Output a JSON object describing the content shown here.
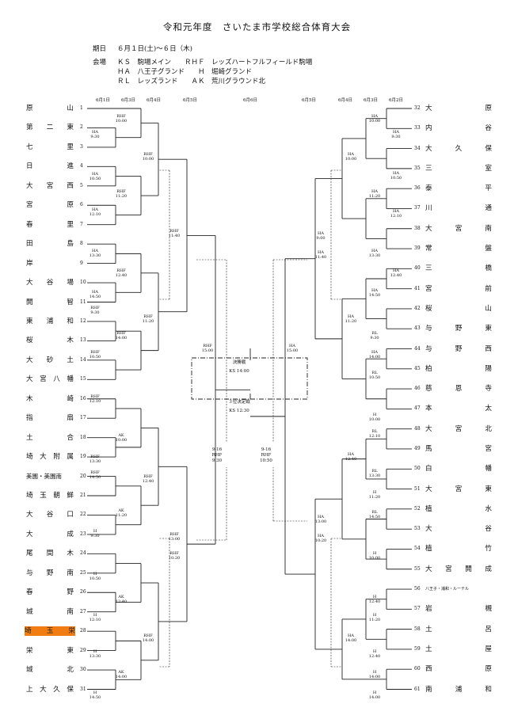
{
  "title": "令和元年度　さいたま市学校総合体育大会",
  "period_label": "期日",
  "period": "６月１日(土)～６日（木)",
  "venue_label": "会場",
  "venues": [
    "ＫＳ　駒場メイン　　ＲＨＦ　レッズハートフルフィールド駒場",
    "ＨＡ　八王子グランド　　Ｈ　堀崎グランド",
    "ＲＬ　レッズランド　　ＡＫ　荒川グラウンド北"
  ],
  "dates_left": [
    "6月1日",
    "6月3日",
    "6月4日",
    "6月5日"
  ],
  "date_center": "6月6日",
  "dates_right": [
    "6月5日",
    "6月4日",
    "6月3日",
    "6月2日"
  ],
  "left_teams": [
    {
      "n": "1",
      "name": "原山"
    },
    {
      "n": "2",
      "name": "第二東"
    },
    {
      "n": "3",
      "name": "七里"
    },
    {
      "n": "4",
      "name": "日進"
    },
    {
      "n": "5",
      "name": "大宮西"
    },
    {
      "n": "6",
      "name": "宮原"
    },
    {
      "n": "7",
      "name": "春里"
    },
    {
      "n": "8",
      "name": "田島"
    },
    {
      "n": "9",
      "name": "岸"
    },
    {
      "n": "10",
      "name": "大谷場"
    },
    {
      "n": "11",
      "name": "開智"
    },
    {
      "n": "12",
      "name": "東浦和"
    },
    {
      "n": "13",
      "name": "桜木"
    },
    {
      "n": "14",
      "name": "大砂土"
    },
    {
      "n": "15",
      "name": "大宮八幡"
    },
    {
      "n": "16",
      "name": "木崎"
    },
    {
      "n": "17",
      "name": "指扇"
    },
    {
      "n": "18",
      "name": "土合"
    },
    {
      "n": "19",
      "name": "埼大附属"
    },
    {
      "n": "20",
      "name": "美園・美園南"
    },
    {
      "n": "21",
      "name": "埼玉朝鮮"
    },
    {
      "n": "22",
      "name": "大谷口"
    },
    {
      "n": "23",
      "name": "大成"
    },
    {
      "n": "24",
      "name": "尾間木"
    },
    {
      "n": "25",
      "name": "与野南"
    },
    {
      "n": "26",
      "name": "春野"
    },
    {
      "n": "27",
      "name": "城南"
    },
    {
      "n": "28",
      "name": "埼玉栄"
    },
    {
      "n": "29",
      "name": "栄東"
    },
    {
      "n": "30",
      "name": "城北"
    },
    {
      "n": "31",
      "name": "上大久保"
    }
  ],
  "right_teams": [
    {
      "n": "32",
      "name": "大原"
    },
    {
      "n": "33",
      "name": "内谷"
    },
    {
      "n": "34",
      "name": "大久保"
    },
    {
      "n": "35",
      "name": "三室"
    },
    {
      "n": "36",
      "name": "泰平"
    },
    {
      "n": "37",
      "name": "川通"
    },
    {
      "n": "38",
      "name": "大宮南"
    },
    {
      "n": "39",
      "name": "常盤"
    },
    {
      "n": "40",
      "name": "三橋"
    },
    {
      "n": "41",
      "name": "宮前"
    },
    {
      "n": "42",
      "name": "桜山"
    },
    {
      "n": "43",
      "name": "与野東"
    },
    {
      "n": "44",
      "name": "与野西"
    },
    {
      "n": "45",
      "name": "柏陽"
    },
    {
      "n": "46",
      "name": "慈恩寺"
    },
    {
      "n": "47",
      "name": "本太"
    },
    {
      "n": "48",
      "name": "大宮北"
    },
    {
      "n": "49",
      "name": "馬宮"
    },
    {
      "n": "50",
      "name": "白幡"
    },
    {
      "n": "51",
      "name": "大宮東"
    },
    {
      "n": "52",
      "name": "植水"
    },
    {
      "n": "53",
      "name": "大谷"
    },
    {
      "n": "54",
      "name": "植竹"
    },
    {
      "n": "55",
      "name": "大宮開成"
    },
    {
      "n": "56",
      "name": "八王子・浦和・ルーテル"
    },
    {
      "n": "57",
      "name": "岩槻"
    },
    {
      "n": "58",
      "name": "土呂"
    },
    {
      "n": "59",
      "name": "土屋"
    },
    {
      "n": "60",
      "name": "西原"
    },
    {
      "n": "61",
      "name": "南浦和"
    }
  ],
  "highlight_team": "埼玉栄",
  "highlight_color": "#f07c12",
  "venue_times_left": [
    {
      "v": "RHF",
      "t": "10:00"
    },
    {
      "v": "HA",
      "t": "9:30"
    },
    {
      "v": "RHF",
      "t": "10:00"
    },
    {
      "v": "HA",
      "t": "10:50"
    },
    {
      "v": "RHF",
      "t": "11:20"
    },
    {
      "v": "HA",
      "t": "12:10"
    },
    {
      "v": "RHF",
      "t": "11:40"
    },
    {
      "v": "HA",
      "t": "13:30"
    },
    {
      "v": "RHF",
      "t": "12:40"
    },
    {
      "v": "HA",
      "t": "14:50"
    },
    {
      "v": "RHF",
      "t": "11:20"
    },
    {
      "v": "RHF",
      "t": "9:30"
    },
    {
      "v": "RHF",
      "t": "14:00"
    },
    {
      "v": "RHF",
      "t": "10:50"
    },
    {
      "v": "RHF",
      "t": "12:10"
    },
    {
      "v": "AK",
      "t": "10:00"
    },
    {
      "v": "RHF",
      "t": "13:30"
    },
    {
      "v": "RHF",
      "t": "12:40"
    },
    {
      "v": "RHF",
      "t": "14:50"
    },
    {
      "v": "AK",
      "t": "11:20"
    },
    {
      "v": "H",
      "t": "9:30"
    },
    {
      "v": "RHF",
      "t": "13:00"
    },
    {
      "v": "RHF",
      "t": "10:20"
    },
    {
      "v": "H",
      "t": "10:50"
    },
    {
      "v": "AK",
      "t": "12:40"
    },
    {
      "v": "H",
      "t": "12:10"
    },
    {
      "v": "RHF",
      "t": "14:00"
    },
    {
      "v": "H",
      "t": "13:30"
    },
    {
      "v": "AK",
      "t": "14:00"
    },
    {
      "v": "H",
      "t": "14:50"
    },
    {
      "v": "RHF",
      "t": "15:00"
    }
  ],
  "venue_times_right": [
    {
      "v": "HA",
      "t": "10:00"
    },
    {
      "v": "HA",
      "t": "9:30"
    },
    {
      "v": "HA",
      "t": "10:00"
    },
    {
      "v": "HA",
      "t": "10:50"
    },
    {
      "v": "HA",
      "t": "11:20"
    },
    {
      "v": "HA",
      "t": "12:10"
    },
    {
      "v": "HA",
      "t": "9:00"
    },
    {
      "v": "HA",
      "t": "11:40"
    },
    {
      "v": "HA",
      "t": "13:30"
    },
    {
      "v": "HA",
      "t": "12:40"
    },
    {
      "v": "HA",
      "t": "14:50"
    },
    {
      "v": "HA",
      "t": "11:20"
    },
    {
      "v": "RL",
      "t": "9:30"
    },
    {
      "v": "HA",
      "t": "14:00"
    },
    {
      "v": "RL",
      "t": "10:50"
    },
    {
      "v": "H",
      "t": "10:00"
    },
    {
      "v": "RL",
      "t": "12:10"
    },
    {
      "v": "HA",
      "t": "12:40"
    },
    {
      "v": "RL",
      "t": "13:30"
    },
    {
      "v": "H",
      "t": "11:20"
    },
    {
      "v": "RL",
      "t": "14:50"
    },
    {
      "v": "HA",
      "t": "13:00"
    },
    {
      "v": "HA",
      "t": "10:20"
    },
    {
      "v": "H",
      "t": "10:00"
    },
    {
      "v": "H",
      "t": "12:40"
    },
    {
      "v": "H",
      "t": "11:20"
    },
    {
      "v": "HA",
      "t": "14:00"
    },
    {
      "v": "H",
      "t": "12:40"
    },
    {
      "v": "H",
      "t": "14:00"
    },
    {
      "v": "H",
      "t": "14:00"
    },
    {
      "v": "HA",
      "t": "15:00"
    }
  ],
  "final": {
    "label": "決勝戦",
    "venue_time": "KS 14:00"
  },
  "third_place": {
    "label": "３位決定戦",
    "venue_time": "KS 12:30"
  },
  "placement_left": {
    "label": "9-16",
    "venue": "RHF",
    "time": "9:30"
  },
  "placement_right": {
    "label": "9-16",
    "venue": "RHF",
    "time": "10:50"
  }
}
